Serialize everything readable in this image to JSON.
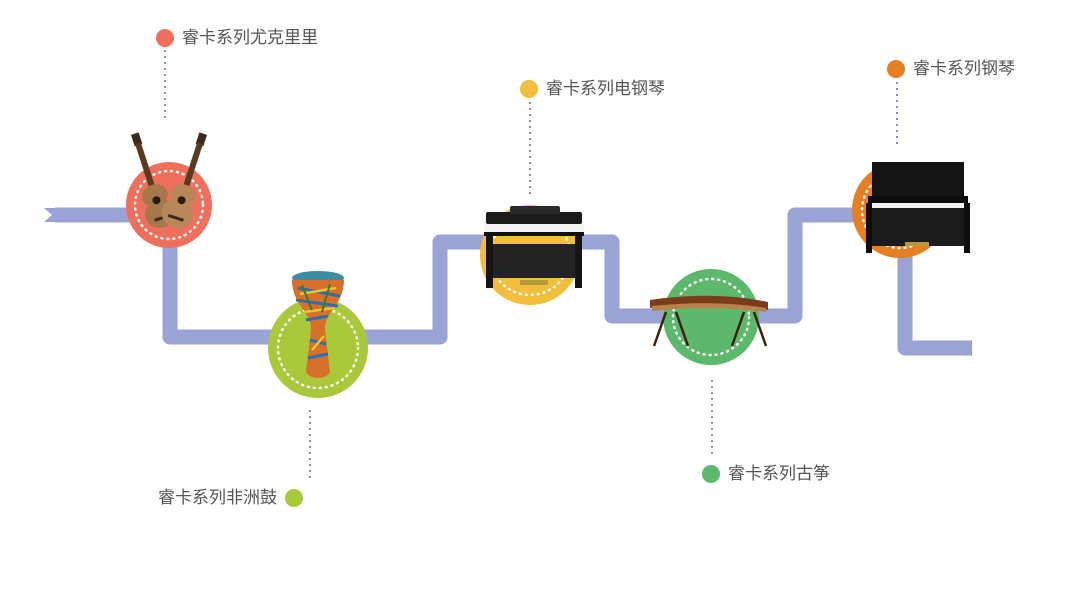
{
  "colors": {
    "path": "#9aa3d6",
    "connector": "#8a8fb0",
    "ukulele": "#ee6f5b",
    "djembe": "#a9c93a",
    "digital_piano": "#f2be3b",
    "guzheng": "#5cb86a",
    "piano": "#e67f22"
  },
  "nodes": [
    {
      "key": "ukulele",
      "label": "睿卡系列尤克里里",
      "icon": "ukulele-icon"
    },
    {
      "key": "djembe",
      "label": "睿卡系列非洲鼓",
      "icon": "djembe-icon"
    },
    {
      "key": "digital_piano",
      "label": "睿卡系列电钢琴",
      "icon": "digital-piano-icon"
    },
    {
      "key": "guzheng",
      "label": "睿卡系列古筝",
      "icon": "guzheng-icon"
    },
    {
      "key": "piano",
      "label": "睿卡系列钢琴",
      "icon": "upright-piano-icon"
    }
  ]
}
